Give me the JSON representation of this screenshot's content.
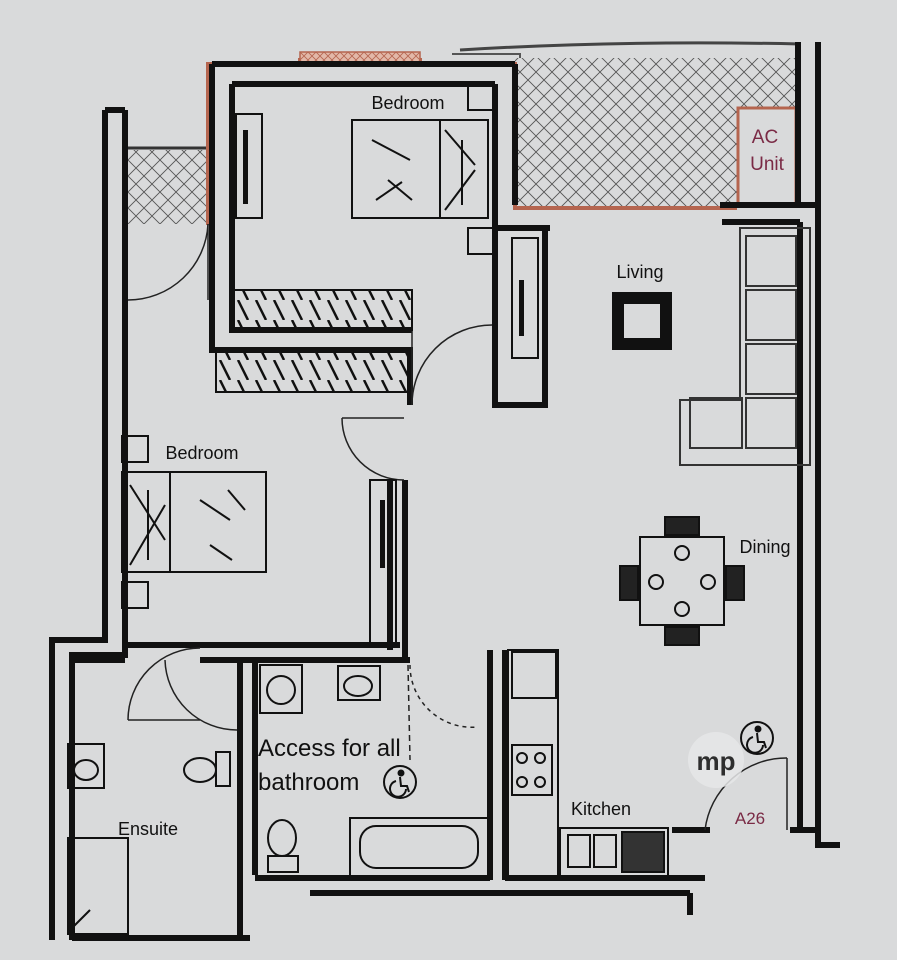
{
  "rooms": {
    "bedroom_top": "Bedroom",
    "bedroom_left": "Bedroom",
    "living": "Living",
    "dining": "Dining",
    "kitchen": "Kitchen",
    "ensuite": "Ensuite",
    "bathroom_line1": "Access for all",
    "bathroom_line2": "bathroom"
  },
  "ac_unit": {
    "line1": "AC",
    "line2": "Unit"
  },
  "unit_number": "A26",
  "watermark": "mp",
  "colors": {
    "background": "#d9dadb",
    "wall": "#111111",
    "balcony_outline": "#b5654f",
    "ac_text": "#7a2a45"
  }
}
